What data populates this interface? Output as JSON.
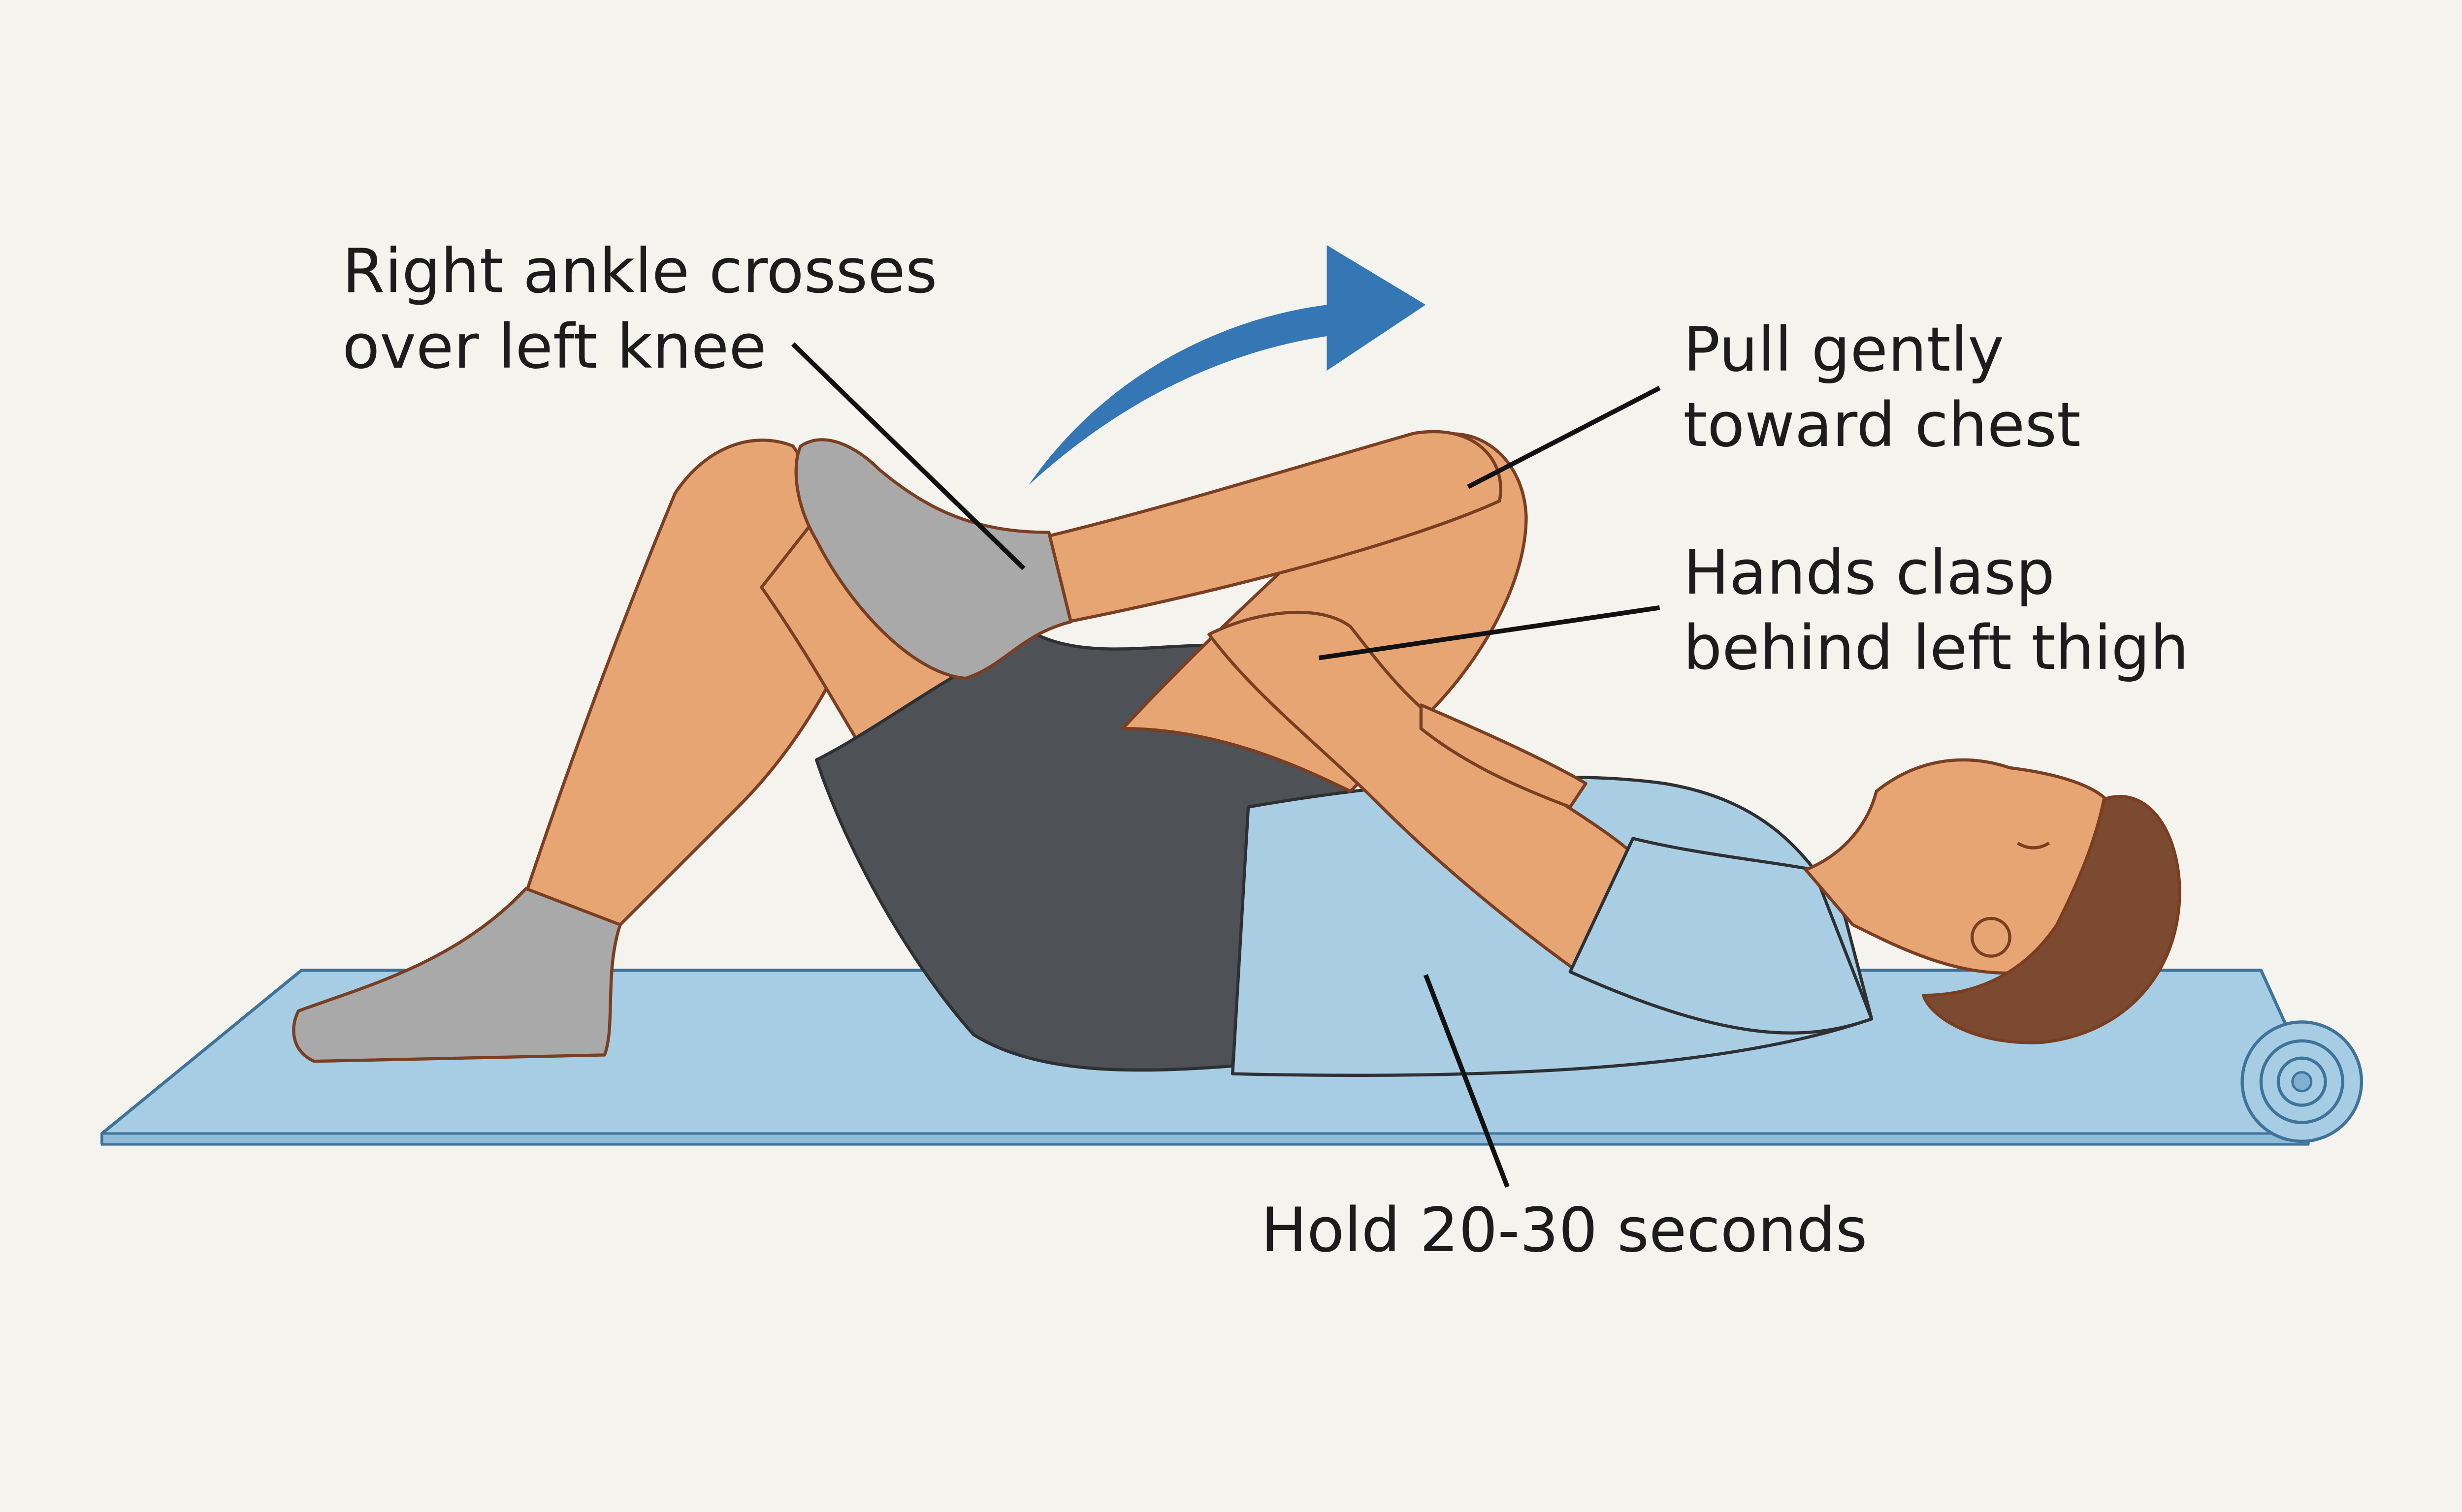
{
  "colors": {
    "background": "#f5f3ee",
    "mat": "#a6cde4",
    "mat_edge": "#3f7399",
    "skin": "#e8a574",
    "shirt": "#a9cee3",
    "shorts": "#4e5156",
    "socks": "#a9a9a9",
    "hair": "#7b4a30",
    "arrow": "#3576b4"
  },
  "icons": {
    "direction": "curved-arrow-icon"
  },
  "labels": {
    "ankle": {
      "line1": "Right ankle crosses",
      "line2": "over left knee"
    },
    "pull": {
      "line1": "Pull gently",
      "line2": "toward chest"
    },
    "hands": {
      "line1": "Hands clasp",
      "line2": "behind left thigh"
    },
    "hold": {
      "line1": "Hold 20-30 seconds"
    }
  }
}
